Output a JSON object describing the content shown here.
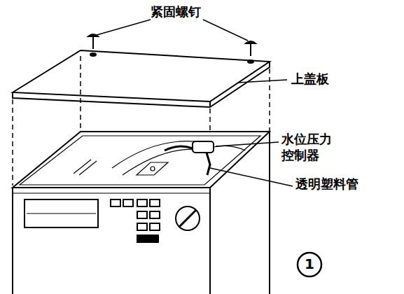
{
  "diagram": {
    "labels": [
      "紧固螺钉",
      "上盖板",
      "水位压力 控制器",
      "透明塑料管",
      "1"
    ]
  }
}
